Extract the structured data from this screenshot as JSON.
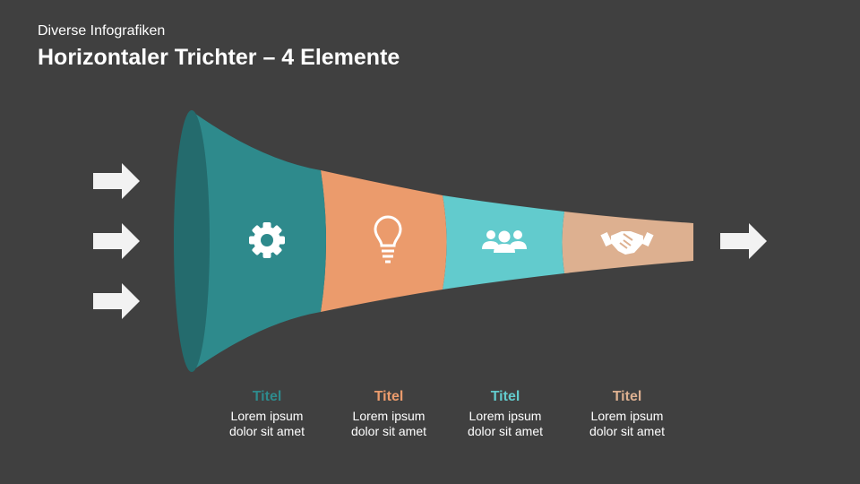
{
  "header": {
    "subtitle": "Diverse Infografiken",
    "title": "Horizontaler Trichter – 4 Elemente"
  },
  "colors": {
    "background": "#404040",
    "funnel_mouth": "#246b6d",
    "segment_1": "#2e8a8c",
    "segment_2": "#eb9b6c",
    "segment_3": "#62cbcd",
    "segment_4": "#ddb090",
    "arrow": "#f2f2f2"
  },
  "segments": [
    {
      "icon": "gear-icon",
      "color": "#2e8a8c",
      "title": "Titel",
      "line1": "Lorem ipsum",
      "line2": "dolor sit amet"
    },
    {
      "icon": "lightbulb-icon",
      "color": "#eb9b6c",
      "title": "Titel",
      "line1": "Lorem ipsum",
      "line2": "dolor sit amet"
    },
    {
      "icon": "people-icon",
      "color": "#62cbcd",
      "title": "Titel",
      "line1": "Lorem ipsum",
      "line2": "dolor sit amet"
    },
    {
      "icon": "handshake-icon",
      "color": "#ddb090",
      "title": "Titel",
      "line1": "Lorem ipsum",
      "line2": "dolor sit amet"
    }
  ]
}
